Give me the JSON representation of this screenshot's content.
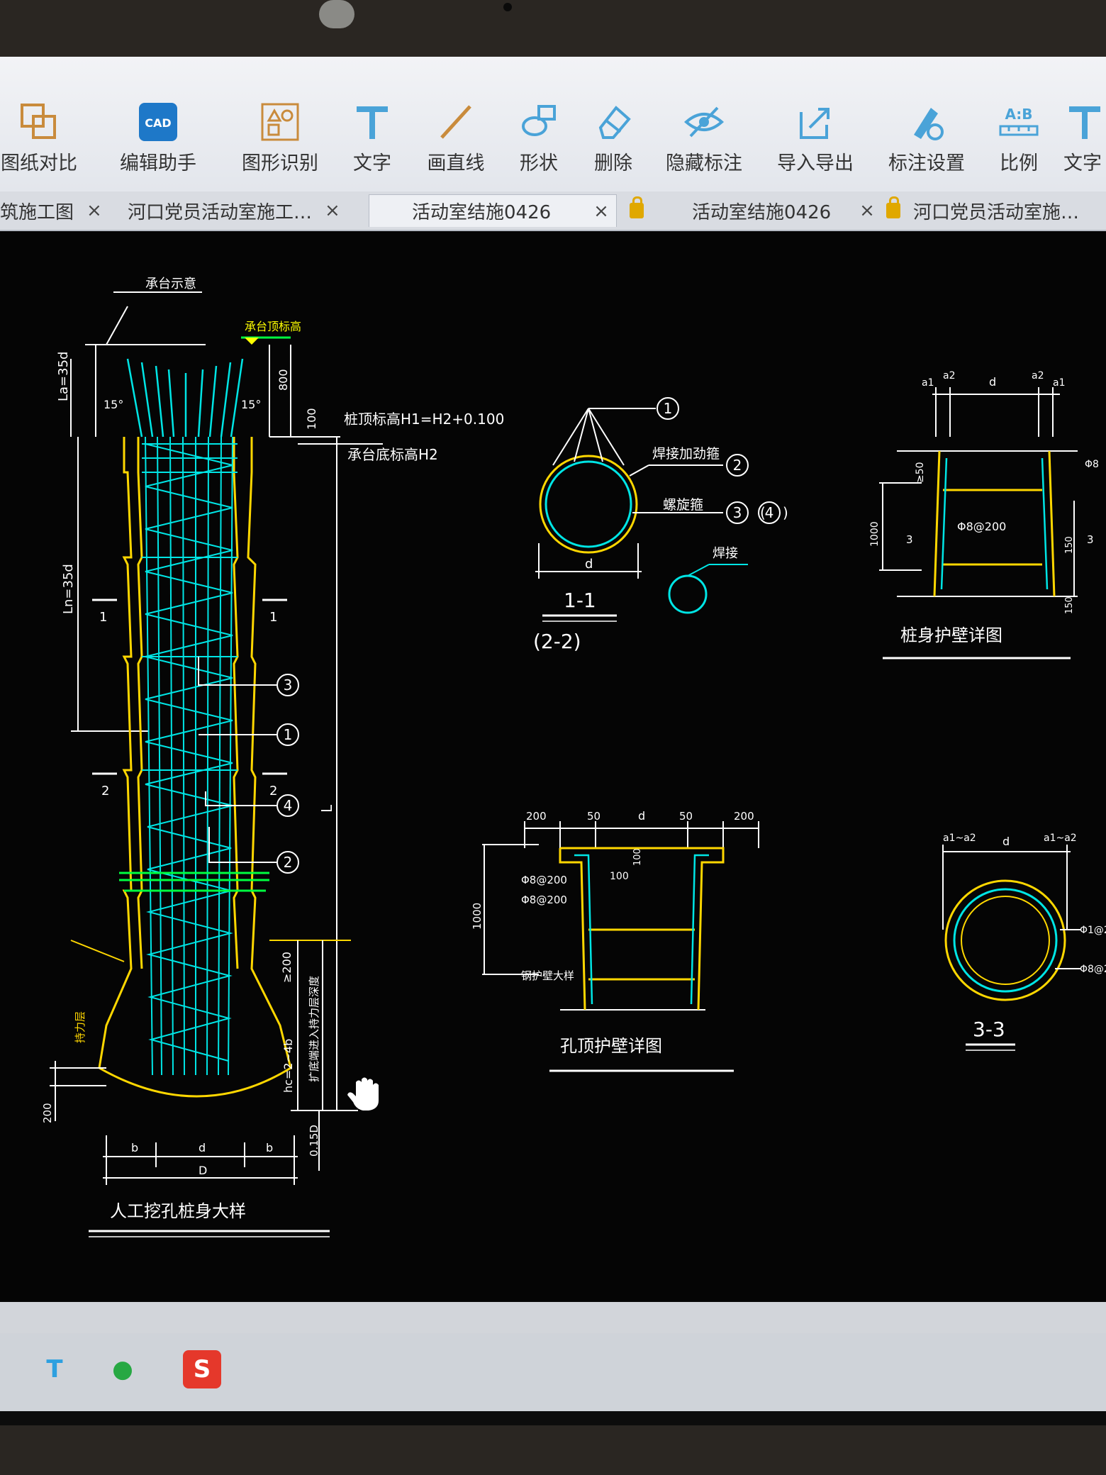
{
  "toolbar": {
    "items": [
      {
        "label": "图纸对比",
        "icon": "compare-drawings-icon"
      },
      {
        "label": "编辑助手",
        "icon": "cad-edit-assistant-icon"
      },
      {
        "label": "图形识别",
        "icon": "shape-recognition-icon"
      },
      {
        "label": "文字",
        "icon": "text-tool-icon"
      },
      {
        "label": "画直线",
        "icon": "draw-line-icon"
      },
      {
        "label": "形状",
        "icon": "shapes-icon"
      },
      {
        "label": "删除",
        "icon": "eraser-icon"
      },
      {
        "label": "隐藏标注",
        "icon": "hide-annotation-icon"
      },
      {
        "label": "导入导出",
        "icon": "import-export-icon"
      },
      {
        "label": "标注设置",
        "icon": "annotation-settings-icon"
      },
      {
        "label": "比例",
        "icon": "scale-ratio-icon"
      },
      {
        "label": "文字",
        "icon": "text-tool-icon"
      }
    ],
    "scale_icon_text": "A:B"
  },
  "tabs": [
    {
      "label": "筑施工图",
      "close": "×",
      "locked": false
    },
    {
      "label": "河口党员活动室施工…",
      "close": "×",
      "locked": false
    },
    {
      "label": "活动室结施0426",
      "close": "×",
      "locked": false
    },
    {
      "label": "活动室结施0426",
      "close": "×",
      "locked": true
    },
    {
      "label": "河口党员活动室施…",
      "close": "",
      "locked": true
    }
  ],
  "drawing": {
    "main_title": "人工挖孔桩身大样",
    "cap_label": "承台示意",
    "cap_top_label": "承台顶标高",
    "pile_top_label": "桩顶标高H1=H2+0.100",
    "cap_bottom_label": "承台底标高H2",
    "dim_la": "La=35d",
    "dim_ln": "Ln=35d",
    "dim_800": "800",
    "dim_100": "100",
    "angle_left": "15°",
    "angle_right": "15°",
    "dim_L": "L",
    "dim_ge200": "≥200",
    "dim_hc": "hc=2~4b",
    "dim_bulb": "扩底端进入持力层深度",
    "dim_015D": "0.15D",
    "dim_200": "200",
    "dim_b1": "b",
    "dim_d": "d",
    "dim_b2": "b",
    "dim_D": "D",
    "layer_label": "持力层",
    "sec_mark_1": "1",
    "sec_mark_2": "2",
    "callouts": [
      "3",
      "1",
      "4",
      "2"
    ],
    "section11_title": "1-1",
    "section22_title": "(2-2)",
    "sec11_d": "d",
    "weld_ring_label": "焊接加劲箍",
    "spiral_label": "螺旋箍",
    "weld_label": "焊接",
    "callout_1": "1",
    "callout_2": "2",
    "callout_3": "3",
    "callout_4": "4",
    "wall_title": "桩身护壁详图",
    "wall_dims": {
      "a2_left": "a2",
      "a1_left": "a1",
      "d": "d",
      "a2_right": "a2",
      "a1_right": "a1",
      "d8": "Φ8",
      "ge50": "≥50",
      "h1000": "1000",
      "rebar": "Φ8@200",
      "s150a": "150",
      "s150b": "150",
      "s3": "3",
      "s3r": "3"
    },
    "top_wall_title": "孔顶护壁详图",
    "top_wall_dims": {
      "w200l": "200",
      "w50l": "50",
      "d": "d",
      "w50r": "50",
      "w200r": "200",
      "h100": "100",
      "h1000": "1000",
      "r1": "Φ8@200",
      "r2": "Φ8@200",
      "t100": "100",
      "extra": "钢护壁大样"
    },
    "section33_title": "3-3",
    "sec33_dims": {
      "l": "a1~a2",
      "d": "d",
      "r": "a1~a2",
      "c1": "Φ1@2",
      "c2": "Φ8@2"
    }
  },
  "taskbar": [
    {
      "icon": "t-app-icon",
      "label": "T"
    },
    {
      "icon": "wechat-icon",
      "label": "●"
    },
    {
      "icon": "sogou-icon",
      "label": "S"
    }
  ]
}
